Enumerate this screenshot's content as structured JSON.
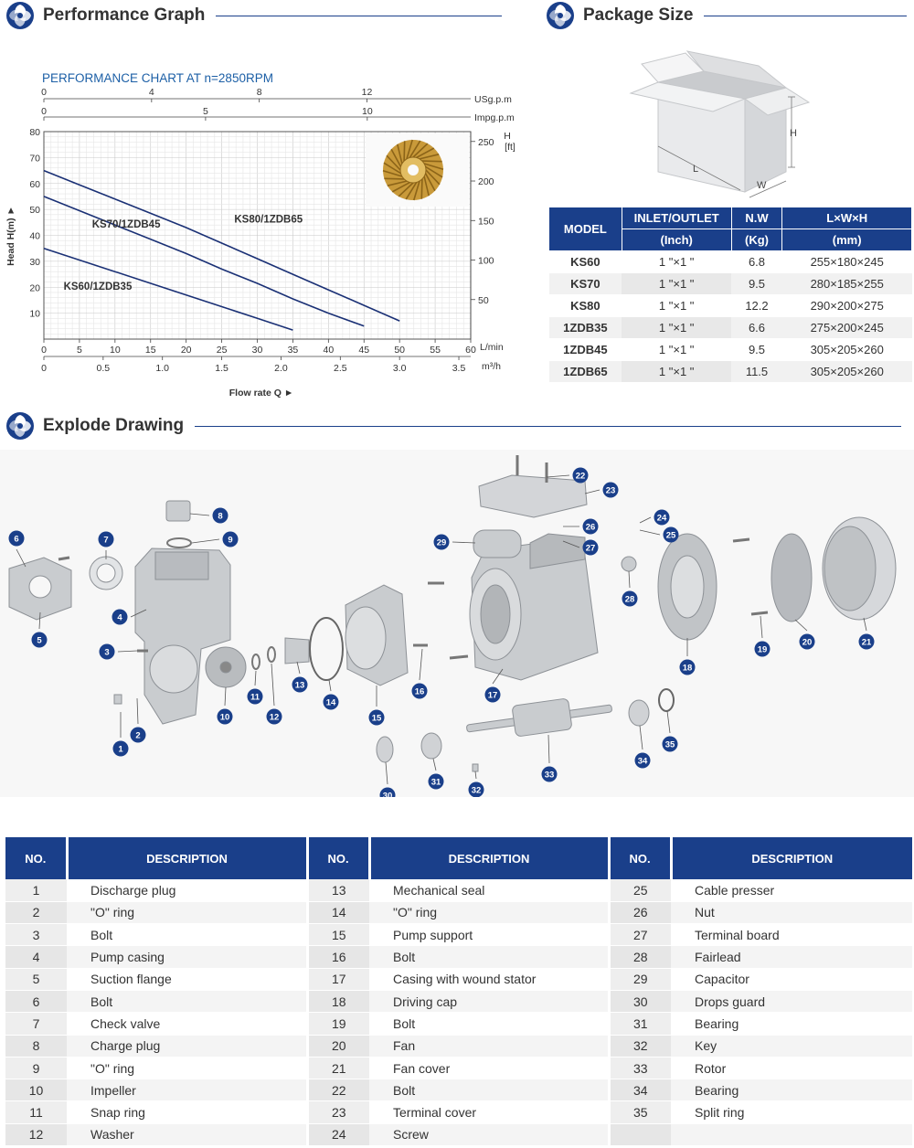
{
  "sections": {
    "performance": "Performance Graph",
    "package": "Package Size",
    "explode": "Explode Drawing"
  },
  "chart_data": {
    "type": "line",
    "title": "PERFORMANCE CHART AT n=2850RPM",
    "xlabel": "Flow rate Q ►",
    "ylabel": "Head H(m) ►",
    "xlim": [
      0,
      60
    ],
    "ylim": [
      0,
      80
    ],
    "x_ticks": [
      "0",
      "5",
      "10",
      "15",
      "20",
      "25",
      "30",
      "35",
      "40",
      "45",
      "50",
      "55",
      "60"
    ],
    "x_unit": "L/min",
    "y_ticks": [
      "10",
      "20",
      "30",
      "40",
      "50",
      "60",
      "70",
      "80"
    ],
    "top_axis_1": {
      "unit": "USg.p.m",
      "ticks": [
        "0",
        "4",
        "8",
        "12"
      ]
    },
    "top_axis_2": {
      "unit": "Impg.p.m",
      "ticks": [
        "0",
        "5",
        "10"
      ]
    },
    "bottom_axis_2": {
      "unit": "m³/h",
      "ticks": [
        "0",
        "0.5",
        "1.0",
        "1.5",
        "2.0",
        "2.5",
        "3.0",
        "3.5"
      ]
    },
    "right_axis": {
      "unit": "H",
      "unit2": "[ft]",
      "ticks": [
        "50",
        "100",
        "150",
        "200",
        "250"
      ]
    },
    "series": [
      {
        "name": "KS60/1ZDB35",
        "x": [
          0,
          5,
          10,
          15,
          20,
          25,
          30,
          35
        ],
        "y": [
          35,
          30.5,
          26,
          21.5,
          17,
          12.5,
          8,
          3.5
        ]
      },
      {
        "name": "KS70/1ZDB45",
        "x": [
          0,
          5,
          10,
          15,
          20,
          25,
          30,
          35,
          40,
          45
        ],
        "y": [
          55,
          49.5,
          44,
          38.5,
          33,
          27,
          21.5,
          15.5,
          10,
          5
        ]
      },
      {
        "name": "KS80/1ZDB65",
        "x": [
          0,
          5,
          10,
          15,
          20,
          25,
          30,
          35,
          40,
          45,
          50
        ],
        "y": [
          65,
          59.5,
          54,
          48.5,
          43,
          37,
          31,
          25,
          19,
          13,
          7
        ]
      }
    ]
  },
  "package": {
    "box_labels": {
      "h": "H",
      "l": "L",
      "w": "W"
    },
    "headers": {
      "model": "MODEL",
      "inlet": "INLET/OUTLET",
      "inlet_unit": "(Inch)",
      "nw": "N.W",
      "nw_unit": "(Kg)",
      "dims": "L×W×H",
      "dims_unit": "(mm)"
    },
    "rows": [
      {
        "model": "KS60",
        "inlet": "1 \"×1 \"",
        "nw": "6.8",
        "dims": "255×180×245"
      },
      {
        "model": "KS70",
        "inlet": "1 \"×1 \"",
        "nw": "9.5",
        "dims": "280×185×255"
      },
      {
        "model": "KS80",
        "inlet": "1 \"×1 \"",
        "nw": "12.2",
        "dims": "290×200×275"
      },
      {
        "model": "1ZDB35",
        "inlet": "1 \"×1 \"",
        "nw": "6.6",
        "dims": "275×200×245"
      },
      {
        "model": "1ZDB45",
        "inlet": "1 \"×1 \"",
        "nw": "9.5",
        "dims": "305×205×260"
      },
      {
        "model": "1ZDB65",
        "inlet": "1 \"×1 \"",
        "nw": "11.5",
        "dims": "305×205×260"
      }
    ]
  },
  "callouts": [
    "1",
    "2",
    "3",
    "4",
    "5",
    "6",
    "7",
    "8",
    "9",
    "10",
    "11",
    "12",
    "13",
    "14",
    "15",
    "16",
    "17",
    "18",
    "19",
    "20",
    "21",
    "22",
    "23",
    "24",
    "25",
    "26",
    "27",
    "28",
    "29",
    "30",
    "31",
    "32",
    "33",
    "34",
    "35"
  ],
  "parts": {
    "headers": {
      "no": "NO.",
      "desc": "DESCRIPTION"
    },
    "items": [
      {
        "no": "1",
        "desc": "Discharge plug"
      },
      {
        "no": "2",
        "desc": "\"O\" ring"
      },
      {
        "no": "3",
        "desc": "Bolt"
      },
      {
        "no": "4",
        "desc": "Pump casing"
      },
      {
        "no": "5",
        "desc": "Suction flange"
      },
      {
        "no": "6",
        "desc": "Bolt"
      },
      {
        "no": "7",
        "desc": "Check valve"
      },
      {
        "no": "8",
        "desc": "Charge plug"
      },
      {
        "no": "9",
        "desc": "\"O\" ring"
      },
      {
        "no": "10",
        "desc": "Impeller"
      },
      {
        "no": "11",
        "desc": "Snap ring"
      },
      {
        "no": "12",
        "desc": "Washer"
      },
      {
        "no": "13",
        "desc": "Mechanical seal"
      },
      {
        "no": "14",
        "desc": "\"O\" ring"
      },
      {
        "no": "15",
        "desc": "Pump support"
      },
      {
        "no": "16",
        "desc": "Bolt"
      },
      {
        "no": "17",
        "desc": "Casing with wound stator"
      },
      {
        "no": "18",
        "desc": "Driving cap"
      },
      {
        "no": "19",
        "desc": "Bolt"
      },
      {
        "no": "20",
        "desc": "Fan"
      },
      {
        "no": "21",
        "desc": "Fan cover"
      },
      {
        "no": "22",
        "desc": "Bolt"
      },
      {
        "no": "23",
        "desc": "Terminal cover"
      },
      {
        "no": "24",
        "desc": "Screw"
      },
      {
        "no": "25",
        "desc": "Cable presser"
      },
      {
        "no": "26",
        "desc": "Nut"
      },
      {
        "no": "27",
        "desc": "Terminal board"
      },
      {
        "no": "28",
        "desc": "Fairlead"
      },
      {
        "no": "29",
        "desc": "Capacitor"
      },
      {
        "no": "30",
        "desc": "Drops guard"
      },
      {
        "no": "31",
        "desc": "Bearing"
      },
      {
        "no": "32",
        "desc": "Key"
      },
      {
        "no": "33",
        "desc": "Rotor"
      },
      {
        "no": "34",
        "desc": "Bearing"
      },
      {
        "no": "35",
        "desc": "Split ring"
      }
    ]
  },
  "colors": {
    "brand": "#1a3f8a",
    "chart_title": "#1c5fa6",
    "curve": "#1a3075"
  }
}
